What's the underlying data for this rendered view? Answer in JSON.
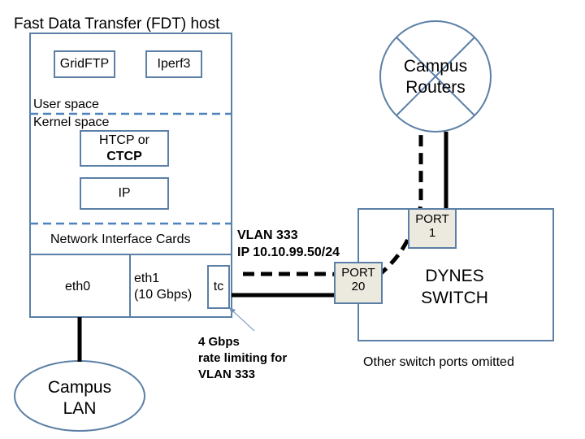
{
  "host": {
    "title": "Fast Data Transfer (FDT) host",
    "apps": [
      "GridFTP",
      "Iperf3"
    ],
    "user_space": "User space",
    "kernel_space": "Kernel space",
    "protocol_line1": "HTCP or",
    "protocol_line2": "CTCP",
    "ip_label": "IP",
    "nic_label": "Network Interface Cards",
    "eth0": "eth0",
    "eth1_line1": "eth1",
    "eth1_line2": "(10 Gbps)",
    "tc": "tc"
  },
  "vlan": {
    "line1": "VLAN 333",
    "line2": "IP 10.10.99.50/24"
  },
  "rate_note": {
    "line1": "4 Gbps",
    "line2": "rate limiting for",
    "line3": "VLAN 333"
  },
  "campus_lan": {
    "line1": "Campus",
    "line2": "LAN"
  },
  "campus_routers": {
    "line1": "Campus",
    "line2": "Routers"
  },
  "switch": {
    "name_line1": "DYNES",
    "name_line2": "SWITCH",
    "port1_line1": "PORT",
    "port1_line2": "1",
    "port20_line1": "PORT",
    "port20_line2": "20",
    "note": "Other switch ports omitted"
  },
  "colors": {
    "border": "#5b7fa6",
    "dashed_divider": "#4f81bd",
    "port_fill": "#ece9df",
    "line": "#000000"
  }
}
